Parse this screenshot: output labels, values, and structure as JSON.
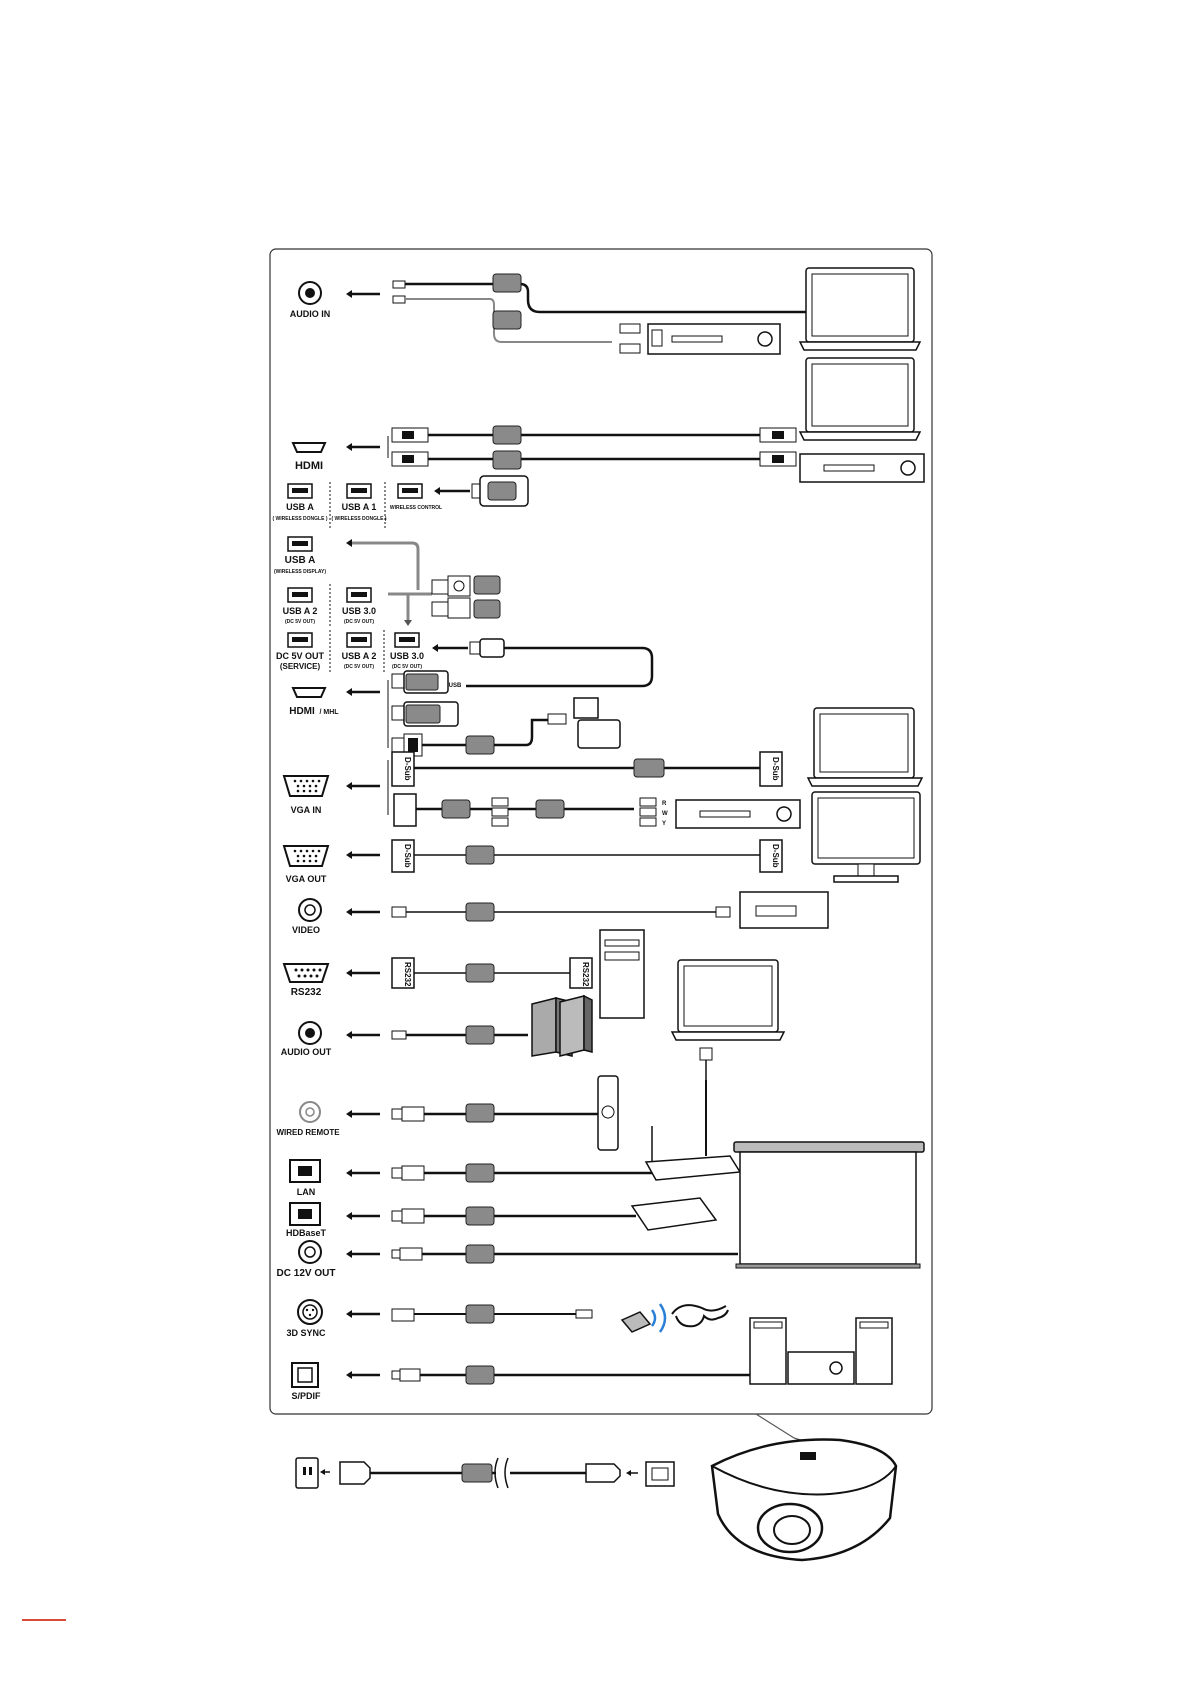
{
  "ports": {
    "audio_in": "AUDIO IN",
    "hdmi": "HDMI",
    "usb_a_1": "USB A",
    "usb_a_1_sub": "( WIRELESS DONGLE )",
    "usb_a1": "USB A 1",
    "usb_a1_sub": "( WIRELESS DONGLE )",
    "wireless_control": "WIRELESS CONTROL",
    "usb_a_wd": "USB A",
    "usb_a_wd_sub": "(WIRELESS DISPLAY)",
    "usb_a2": "USB A 2",
    "usb_a2_sub": "(DC 5V OUT)",
    "usb30": "USB 3.0",
    "usb30_sub": "(DC 5V OUT)",
    "dc5v": "DC 5V OUT",
    "dc5v_sub": "(SERVICE)",
    "usb_a2b": "USB A 2",
    "usb_a2b_sub": "(DC 5V OUT)",
    "usb30b": "USB 3.0",
    "usb30b_sub": "(DC 5V OUT)",
    "hdmi_mhl": "HDMI",
    "hdmi_mhl_suffix": "/ MHL",
    "vga_in": "VGA IN",
    "vga_out": "VGA OUT",
    "video": "VIDEO",
    "rs232": "RS232",
    "audio_out": "AUDIO OUT",
    "wired_remote": "WIRED REMOTE",
    "lan": "LAN",
    "hdbaset": "HDBaseT",
    "dc12v": "DC 12V OUT",
    "sync3d": "3D SYNC",
    "spdif": "S/PDIF"
  },
  "connector_marks": {
    "dsub": "D-Sub",
    "rs232": "RS232",
    "usb": "USB",
    "r": "R",
    "w": "W",
    "y": "Y"
  }
}
